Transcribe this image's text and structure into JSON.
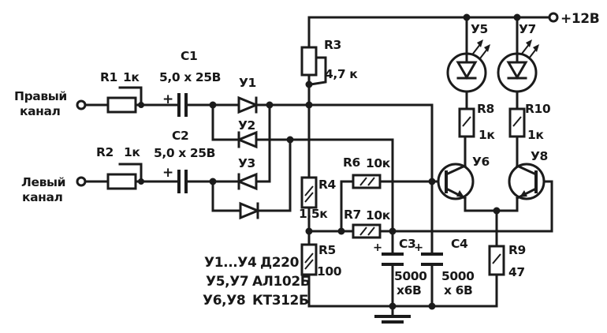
{
  "diagram": {
    "type": "circuit-schematic",
    "description": "Stereo LED level indicator schematic (Soviet print style)",
    "colors": {
      "ink": "#1b1b1b",
      "paper": "#ffffff"
    },
    "supply_label": "+12В",
    "inputs": {
      "right": {
        "line1": "Правый",
        "line2": "канал"
      },
      "left": {
        "line1": "Левый",
        "line2": "канал"
      }
    },
    "components": {
      "r1": {
        "ref": "R1",
        "value": "1к"
      },
      "r2": {
        "ref": "R2",
        "value": "1к"
      },
      "r3": {
        "ref": "R3",
        "value": "4,7 к"
      },
      "r4": {
        "ref": "R4",
        "value": "1,5к"
      },
      "r5": {
        "ref": "R5",
        "value": "100"
      },
      "r6": {
        "ref": "R6",
        "value": "10к"
      },
      "r7": {
        "ref": "R7",
        "value": "10к"
      },
      "r8": {
        "ref": "R8",
        "value": "1к"
      },
      "r9": {
        "ref": "R9",
        "value": "47"
      },
      "r10": {
        "ref": "R10",
        "value": "1к"
      },
      "c1": {
        "ref": "C1",
        "value": "5,0 х 25В",
        "polarity": "+"
      },
      "c2": {
        "ref": "C2",
        "value": "5,0 х 25В",
        "polarity": "+"
      },
      "c3": {
        "ref": "C3",
        "value_line1": "5000",
        "value_line2": "х6В",
        "polarity": "+"
      },
      "c4": {
        "ref": "C4",
        "value_line1": "5000",
        "value_line2": "х 6В",
        "polarity": "+"
      },
      "v1": {
        "ref": "У1"
      },
      "v2": {
        "ref": "У2"
      },
      "v3": {
        "ref": "У3"
      },
      "v5": {
        "ref": "У5"
      },
      "v6": {
        "ref": "У6"
      },
      "v7": {
        "ref": "У7"
      },
      "v8": {
        "ref": "У8"
      }
    },
    "parts_list": [
      {
        "refs": "У1...У4",
        "type": "Д220"
      },
      {
        "refs": "У5,У7",
        "type": "АЛ102Б"
      },
      {
        "refs": "У6,У8",
        "type": "КТ312Б"
      }
    ]
  }
}
